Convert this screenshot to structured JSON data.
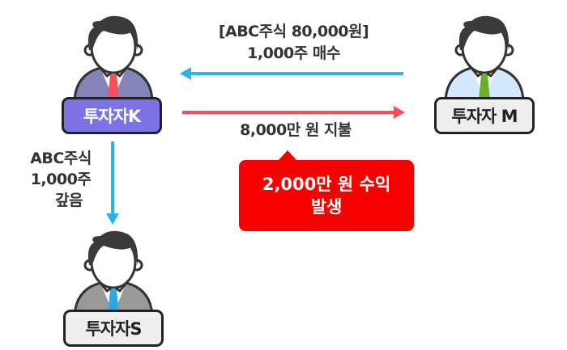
{
  "investors": {
    "k": {
      "label": "투자자K",
      "suit": "#8484b8",
      "tie": "#f2505a",
      "box": "#7b72e6"
    },
    "m": {
      "label": "투자자 M",
      "suit": "#d4e8fb",
      "tie": "#6ab02e",
      "box": "#eeeeee"
    },
    "s": {
      "label": "투자자S",
      "suit": "#9a9a9a",
      "tie": "#2fa8e0",
      "box": "#eeeeee"
    }
  },
  "arrows": {
    "buy": {
      "line1": "[ABC주식 80,000원]",
      "line2": "1,000주 매수",
      "color": "#2ab3e6"
    },
    "pay": {
      "text": "8,000만 원 지불",
      "color": "#f2505a"
    },
    "repay": {
      "line1": "ABC주식",
      "line2": "1,000주",
      "line3": "갚음",
      "color": "#2ab3e6"
    }
  },
  "callout": {
    "line1": "2,000만 원 수익",
    "line2": "발생",
    "color": "#f60000"
  }
}
